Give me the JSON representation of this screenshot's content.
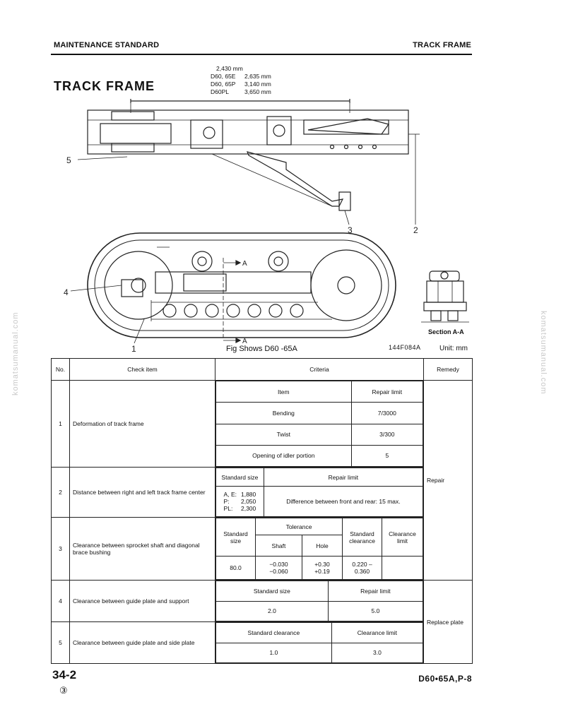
{
  "header": {
    "left": "MAINTENANCE STANDARD",
    "right": "TRACK FRAME"
  },
  "title": "TRACK FRAME",
  "dimensions": {
    "base": "2,430 mm",
    "rows": [
      {
        "model": "D60, 65E",
        "value": "2,635 mm"
      },
      {
        "model": "D60, 65P",
        "value": "3,140 mm"
      },
      {
        "model": "D60PL",
        "value": "3,650 mm"
      }
    ]
  },
  "callouts": {
    "c1": "1",
    "c2": "2",
    "c3": "3",
    "c4": "4",
    "c5": "5",
    "a1": "A",
    "a2": "A"
  },
  "figure": {
    "caption": "Fig Shows D60 -65A",
    "code": "144F084A",
    "unit": "Unit:  mm",
    "section": "Section A-A"
  },
  "watermark": "komatsumanual.com",
  "table": {
    "headers": {
      "no": "No.",
      "check": "Check item",
      "criteria": "Criteria",
      "remedy": "Remedy"
    },
    "r1": {
      "no": "1",
      "item": "Deformation of track frame",
      "sub_h1": "Item",
      "sub_h2": "Repair limit",
      "rows": [
        {
          "k": "Bending",
          "v": "7/3000"
        },
        {
          "k": "Twist",
          "v": "3/300"
        },
        {
          "k": "Opening of idler portion",
          "v": "5"
        }
      ]
    },
    "r2": {
      "no": "2",
      "item": "Distance between right and left track frame center",
      "sub_h1": "Standard size",
      "sub_h2": "Repair limit",
      "std_keys": "A, E:\nP:\nPL:",
      "std_vals": "1,880\n2,050\n2,300",
      "limit": "Difference between front and rear:  15 max."
    },
    "r3": {
      "no": "3",
      "item": "Clearance between sprocket shaft and diagonal brace bushing",
      "h_std": "Standard size",
      "h_tol": "Tolerance",
      "h_shaft": "Shaft",
      "h_hole": "Hole",
      "h_clr": "Standard clearance",
      "h_lim": "Clearance limit",
      "std": "80.0",
      "shaft": "−0.030\n−0.060",
      "hole": "+0.30\n+0.19",
      "clr": "0.220 –\n0.360",
      "lim": ""
    },
    "r4": {
      "no": "4",
      "item": "Clearance between guide plate and support",
      "sub_h1": "Standard size",
      "sub_h2": "Repair limit",
      "v1": "2.0",
      "v2": "5.0"
    },
    "r5": {
      "no": "5",
      "item": "Clearance between guide plate and side plate",
      "sub_h1": "Standard clearance",
      "sub_h2": "Clearance limit",
      "v1": "1.0",
      "v2": "3.0"
    },
    "remedy_repair": "Repair",
    "remedy_replace": "Replace plate"
  },
  "footer": {
    "page": "34-2",
    "rev": "③",
    "model": "D60•65A,P-8"
  }
}
